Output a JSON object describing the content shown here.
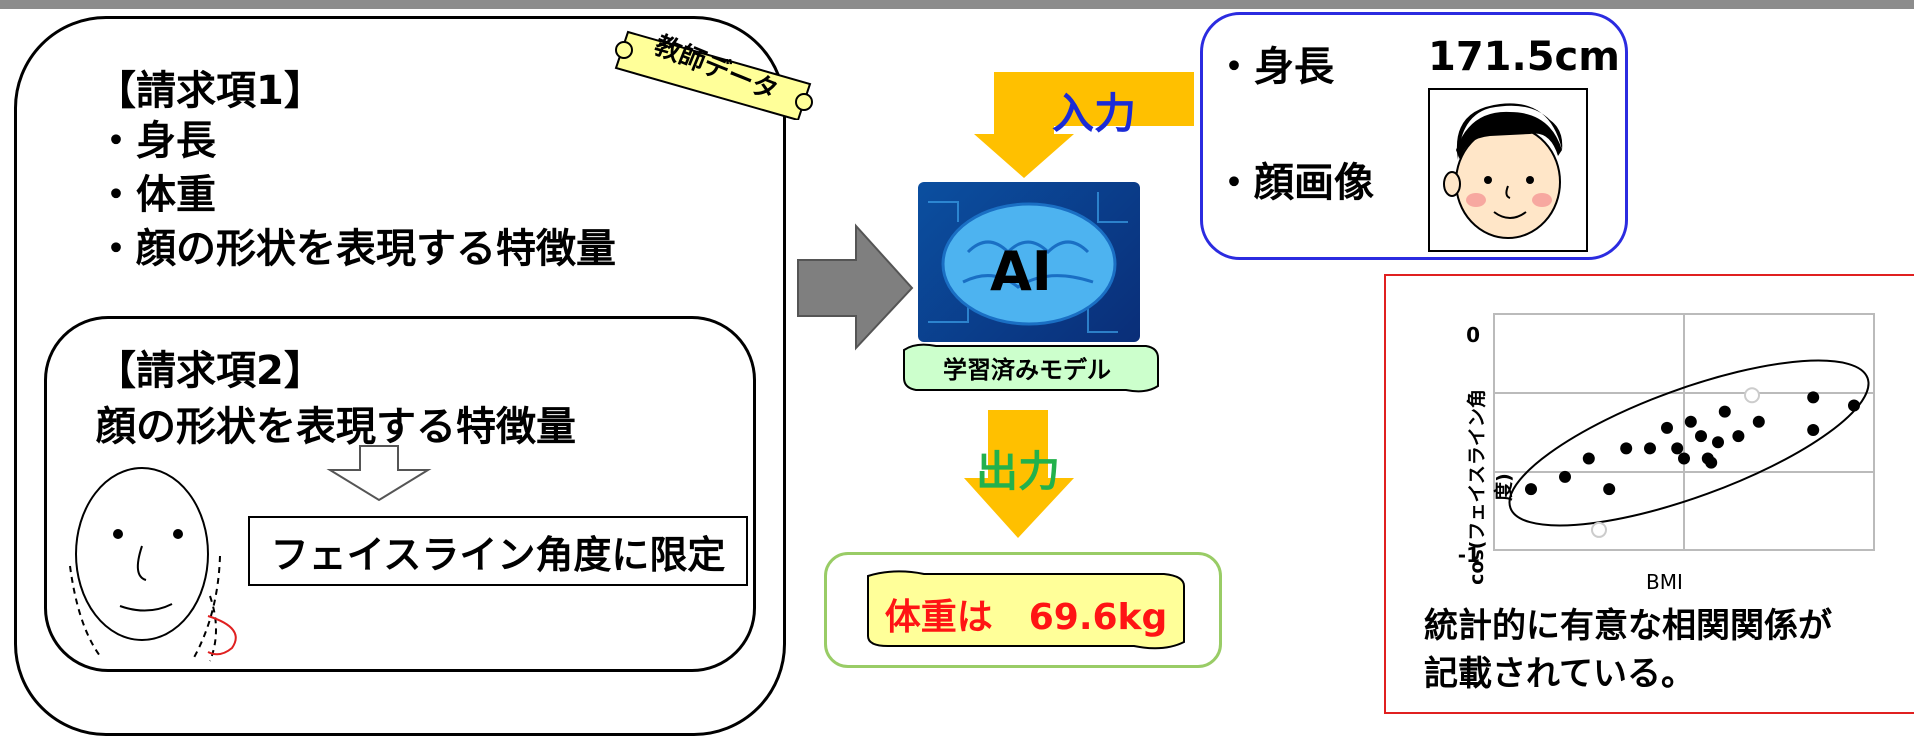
{
  "claims": {
    "claim1_title": "【請求項1】",
    "claim1_items": [
      "・身長",
      "・体重",
      "・顔の形状を表現する特徴量"
    ],
    "claim2_title": "【請求項2】",
    "claim2_text": "顔の形状を表現する特徴量",
    "limited_to": "フェイスライン角度に限定"
  },
  "teacher_data_label": "教師データ",
  "model": {
    "input_label": "入力",
    "ai_label": "AI",
    "trained_model_label": "学習済みモデル",
    "output_label": "出力",
    "result_text": "体重は　69.6kg"
  },
  "input_panel": {
    "height_label": "・身長",
    "height_value": "171.5cm",
    "face_image_label": "・顔画像"
  },
  "correlation": {
    "description_lines": [
      "統計的に有意な相関関係が",
      "記載されている。"
    ]
  },
  "colors": {
    "arrow_gold": "#ffc000",
    "input_blue": "#1b2bd6",
    "output_green": "#22b14c",
    "result_red": "#ff1414",
    "scroll_yellow": "#ffff99",
    "banner_green": "#ccffcc",
    "panel_red": "#e02020",
    "panel_blue": "#2b2be0"
  },
  "chart_data": {
    "type": "scatter",
    "xlabel": "BMI",
    "ylabel": "cos(フェイスライン角度)",
    "y_ticks": [
      "0",
      "-1"
    ],
    "grid": true,
    "points": [
      [
        0.05,
        0.22
      ],
      [
        0.15,
        0.28
      ],
      [
        0.22,
        0.37
      ],
      [
        0.28,
        0.22
      ],
      [
        0.33,
        0.42
      ],
      [
        0.4,
        0.42
      ],
      [
        0.45,
        0.52
      ],
      [
        0.48,
        0.42
      ],
      [
        0.5,
        0.37
      ],
      [
        0.52,
        0.55
      ],
      [
        0.55,
        0.48
      ],
      [
        0.57,
        0.37
      ],
      [
        0.58,
        0.35
      ],
      [
        0.6,
        0.45
      ],
      [
        0.62,
        0.6
      ],
      [
        0.66,
        0.48
      ],
      [
        0.72,
        0.55
      ],
      [
        0.88,
        0.67
      ],
      [
        0.88,
        0.51
      ],
      [
        1.0,
        0.63
      ]
    ],
    "hollow_points": [
      [
        0.7,
        0.68
      ],
      [
        0.25,
        0.02
      ]
    ]
  }
}
